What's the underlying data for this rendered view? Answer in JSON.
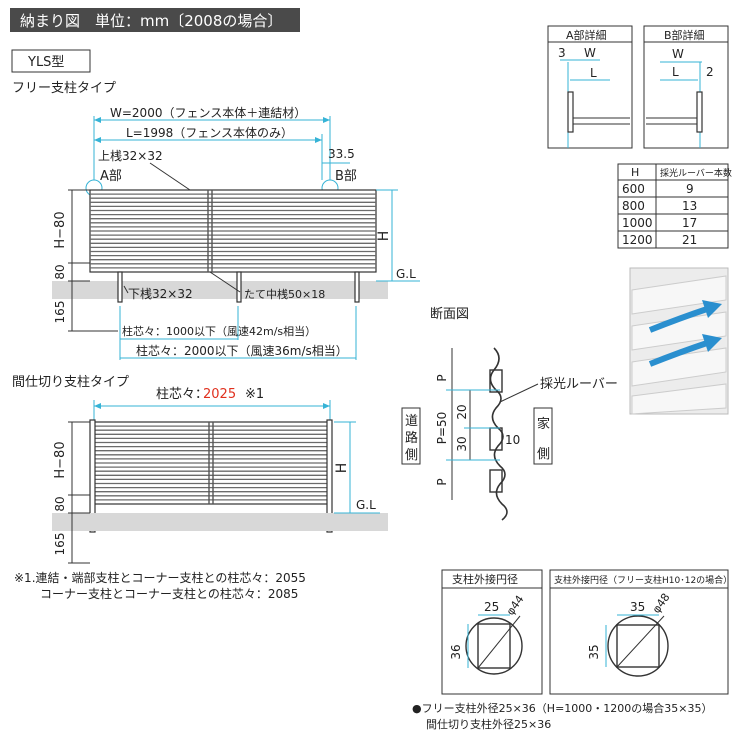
{
  "header": {
    "title": "納まり図　単位：mm〔2008の場合〕",
    "model": "YLS型"
  },
  "free_post": {
    "title": "フリー支柱タイプ",
    "w_label": "W=2000（フェンス本体＋連結材）",
    "l_label": "L=1998（フェンス本体のみ）",
    "top_rail": "上桟32×32",
    "dim_335": "33.5",
    "part_a": "A部",
    "part_b": "B部",
    "h_minus_80": "H−80",
    "h": "H",
    "eighty": "80",
    "gl": "G.L",
    "one65": "165",
    "bottom_rail": "下桟32×32",
    "mid_rail": "たて中桟50×18",
    "pitch_42": "柱芯々：1000以下（風速42m/s相当）",
    "pitch_36": "柱芯々：2000以下（風速36m/s相当）"
  },
  "partition_post": {
    "title": "間仕切り支柱タイプ",
    "pitch_prefix": "柱芯々：",
    "pitch_value": "2025",
    "pitch_note": "※1",
    "h_minus_80": "H−80",
    "h": "H",
    "eighty": "80",
    "gl": "G.L",
    "one65": "165"
  },
  "notes": {
    "note1": "※1.連結・端部支柱とコーナー支柱との柱芯々：2055",
    "note2": "コーナー支柱とコーナー支柱との柱芯々：2085",
    "bullet1": "●フリー支柱外径25×36（H=1000・1200の場合35×35）",
    "bullet2": "間仕切り支柱外径25×36"
  },
  "detail_a": {
    "title": "A部詳細",
    "three": "3",
    "w": "W",
    "l": "L"
  },
  "detail_b": {
    "title": "B部詳細",
    "w": "W",
    "l": "L",
    "two": "2"
  },
  "louver_table": {
    "headers": [
      "H",
      "採光ルーバー本数"
    ],
    "rows": [
      [
        "600",
        "9"
      ],
      [
        "800",
        "13"
      ],
      [
        "1000",
        "17"
      ],
      [
        "1200",
        "21"
      ]
    ]
  },
  "section": {
    "title": "断面図",
    "louver_label": "採光ルーバー",
    "road_side": "道路側",
    "house_side": "家側",
    "p": "P",
    "p50": "P=50",
    "twenty": "20",
    "thirty": "30",
    "ten": "10"
  },
  "circle_left": {
    "title": "支柱外接円径",
    "w": "25",
    "h": "36",
    "dia": "φ44"
  },
  "circle_right": {
    "title": "支柱外接円径（フリー支柱H10･12の場合）",
    "w": "35",
    "h": "35",
    "dia": "φ48"
  },
  "colors": {
    "accent": "#36b3d6",
    "header_bg": "#4a4a4a",
    "highlight": "#e0301e"
  }
}
